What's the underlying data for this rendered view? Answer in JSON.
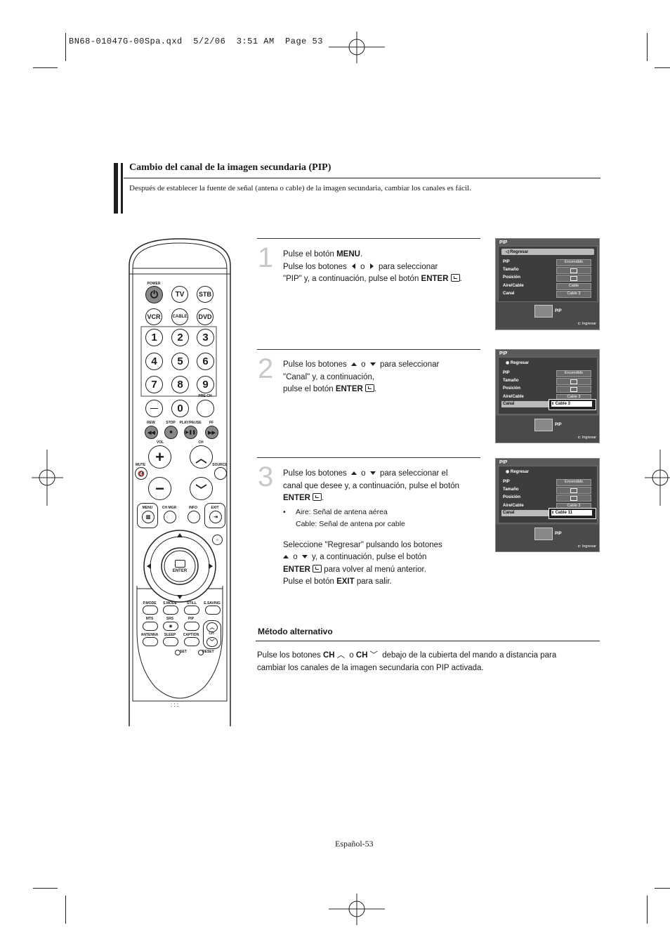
{
  "print_header": "BN68-01047G-00Spa.qxd  5/2/06  3:51 AM  Page 53",
  "section": {
    "title": "Cambio del canal de la imagen secundaria (PIP)",
    "intro": "Después de establecer la fuente de señal (antena o cable) de la imagen secundaria, cambiar los canales es fácil."
  },
  "steps": [
    {
      "number": "1",
      "lines": [
        {
          "pre": "Pulse el botón ",
          "bold": "MENU",
          "post": "."
        },
        {
          "pre": "Pulse los botones ",
          "mid": " o ",
          "post": " para seleccionar"
        },
        {
          "pre": "\"PIP\" y, a continuación, pulse el botón ",
          "bold": "ENTER",
          "post": "."
        }
      ]
    },
    {
      "number": "2",
      "lines": [
        {
          "pre": "Pulse los botones ",
          "mid": " o ",
          "post": " para seleccionar"
        },
        {
          "pre": "\"Canal\" y, a continuación,"
        },
        {
          "pre": "pulse el botón ",
          "bold": "ENTER",
          "post": "."
        }
      ]
    },
    {
      "number": "3",
      "lines": [
        {
          "pre": "Pulse los botones ",
          "mid": " o ",
          "post": " para seleccionar el"
        },
        {
          "pre": "canal que desee y, a continuación, pulse el botón"
        },
        {
          "pre": "",
          "bold": "ENTER",
          "post": "."
        }
      ],
      "bullets": [
        "Aire: Señal de antena aérea",
        "Cable: Señal de antena por cable"
      ],
      "extra": [
        {
          "pre": "Seleccione \"Regresar\" pulsando los botones"
        },
        {
          "pre": "",
          "mid": " o ",
          "post": " y, a continuación, pulse el botón"
        },
        {
          "pre": "",
          "bold": "ENTER",
          "post": " para volver al menú anterior."
        },
        {
          "pre": "Pulse el botón ",
          "bold": "EXIT",
          "post": " para salir."
        }
      ]
    }
  ],
  "alternative": {
    "title": "Método alternativo",
    "line1_pre": "Pulse los botones ",
    "ch": "CH",
    "line1_o": " o ",
    "line1_post": " debajo de la cubierta del mando a distancia para",
    "line2": "cambiar los canales de la imagen secundaria con PIP activada."
  },
  "osd": [
    {
      "title": "PIP",
      "rows": [
        "Regresar",
        "PIP",
        "Tamaño",
        "Posición",
        "Aire/Cable",
        "Canal"
      ],
      "values": [
        "Encendido",
        "",
        "",
        "Cable",
        "Cable 3"
      ],
      "popup": "",
      "bottom_label": "PIP",
      "ingresar": "Ingresar"
    },
    {
      "title": "PIP",
      "rows": [
        "Regresar",
        "PIP",
        "Tamaño",
        "Posición",
        "Aire/Cable",
        "Canal"
      ],
      "values": [
        "Encendido",
        "",
        "",
        "Cable 3",
        ""
      ],
      "popup": "Cable 3",
      "bottom_label": "PIP",
      "ingresar": "Ingresar"
    },
    {
      "title": "PIP",
      "rows": [
        "Regresar",
        "PIP",
        "Tamaño",
        "Posición",
        "Aire/Cable",
        "Canal"
      ],
      "values": [
        "Encendido",
        "",
        "",
        "Cable 3",
        ""
      ],
      "popup": "Cable 11",
      "bottom_label": "PIP",
      "ingresar": "Ingresar"
    }
  ],
  "remote": {
    "power": "POWER",
    "tv": "TV",
    "stb": "STB",
    "vcr": "VCR",
    "cable": "CABLE",
    "dvd": "DVD",
    "digits": [
      "1",
      "2",
      "3",
      "4",
      "5",
      "6",
      "7",
      "8",
      "9"
    ],
    "zero": "0",
    "prech": "PRE-CH",
    "transport": [
      "REW",
      "STOP",
      "PLAY/PAUSE",
      "FF"
    ],
    "vol": "VOL",
    "ch": "CH",
    "mute": "MUTE",
    "source": "SOURCE",
    "menu_row": [
      "MENU",
      "CH MGR",
      "INFO",
      "EXIT"
    ],
    "enter": "ENTER",
    "lower_row1": [
      "P.MODE",
      "S.MODE",
      "STILL",
      "E.SAVING"
    ],
    "lower_row2": [
      "MTS",
      "SRS",
      "PIP"
    ],
    "lower_row3": [
      "ANTENNA",
      "SLEEP",
      "CAPTION"
    ],
    "set": "SET",
    "reset": "RESET",
    "ch_small": "CH"
  },
  "footer": "Español-53"
}
